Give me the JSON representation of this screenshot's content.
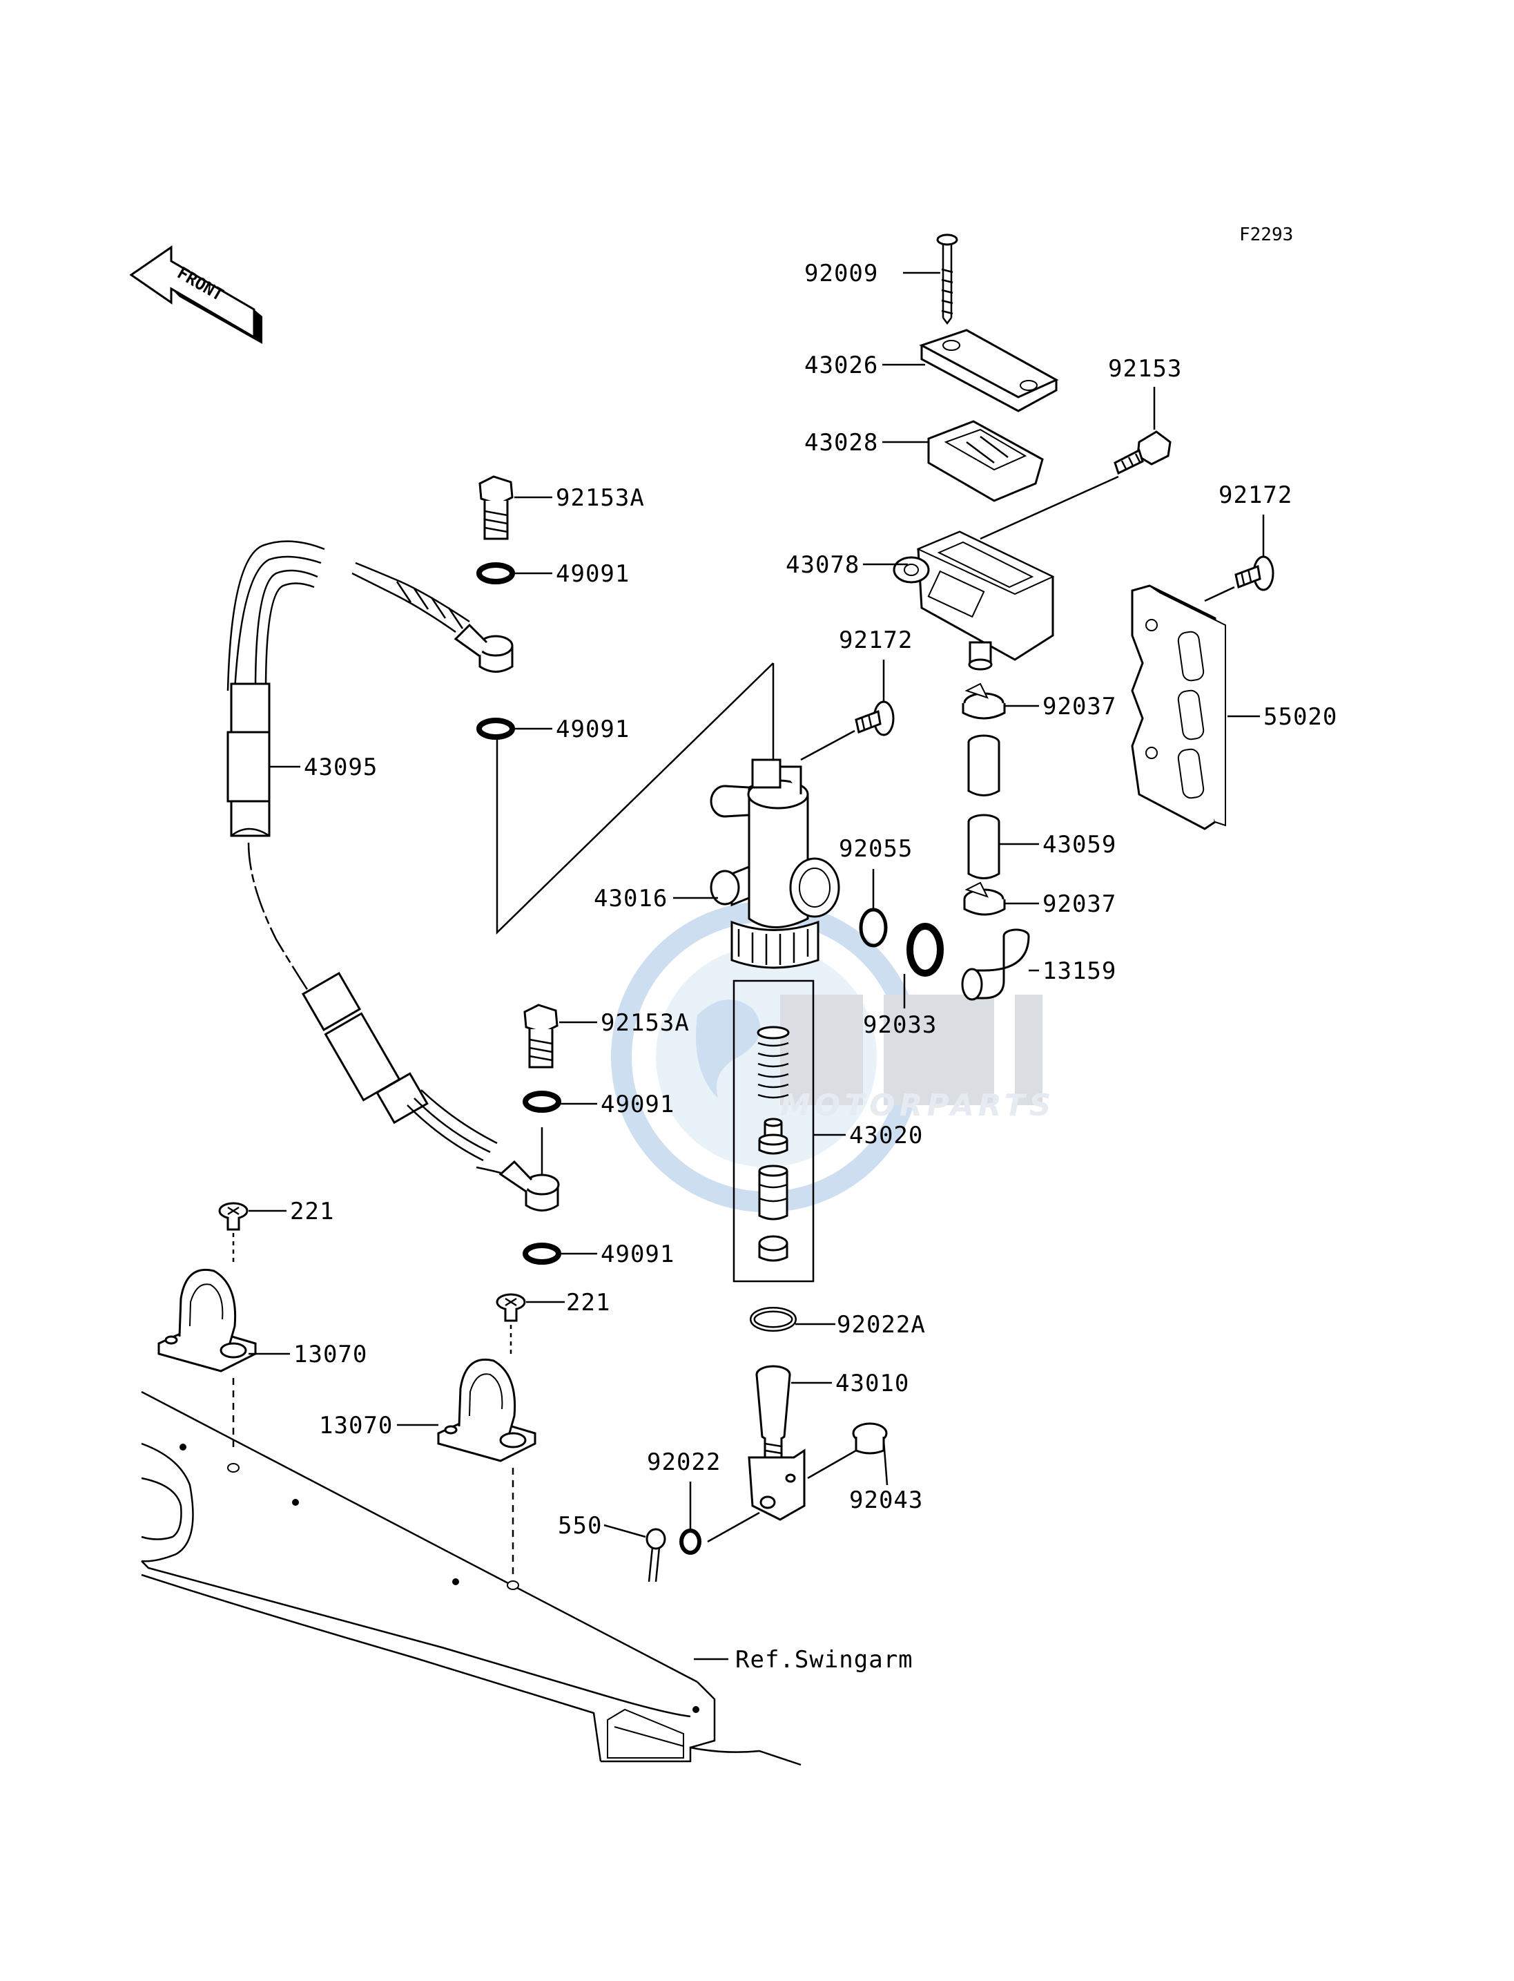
{
  "diagram_code": "F2293",
  "front_label": "FRONT",
  "watermark": {
    "brand": "OSM",
    "subtitle": "MOTORPARTS",
    "color": "#1e6fb8"
  },
  "parts": {
    "p92009": "92009",
    "p43026": "43026",
    "p43028": "43028",
    "p92153": "92153",
    "p43078": "43078",
    "p92172_a": "92172",
    "p92172_b": "92172",
    "p92037_a": "92037",
    "p92037_b": "92037",
    "p55020": "55020",
    "p43059": "43059",
    "p92055": "92055",
    "p43016": "43016",
    "p13159": "13159",
    "p92033": "92033",
    "p92153A_a": "92153A",
    "p92153A_b": "92153A",
    "p49091_a": "49091",
    "p49091_b": "49091",
    "p49091_c": "49091",
    "p49091_d": "49091",
    "p43095": "43095",
    "p43020": "43020",
    "p221_a": "221",
    "p221_b": "221",
    "p13070_a": "13070",
    "p13070_b": "13070",
    "p92022A": "92022A",
    "p43010": "43010",
    "p92022": "92022",
    "p92043": "92043",
    "p550": "550",
    "ref_swingarm": "Ref.Swingarm"
  }
}
